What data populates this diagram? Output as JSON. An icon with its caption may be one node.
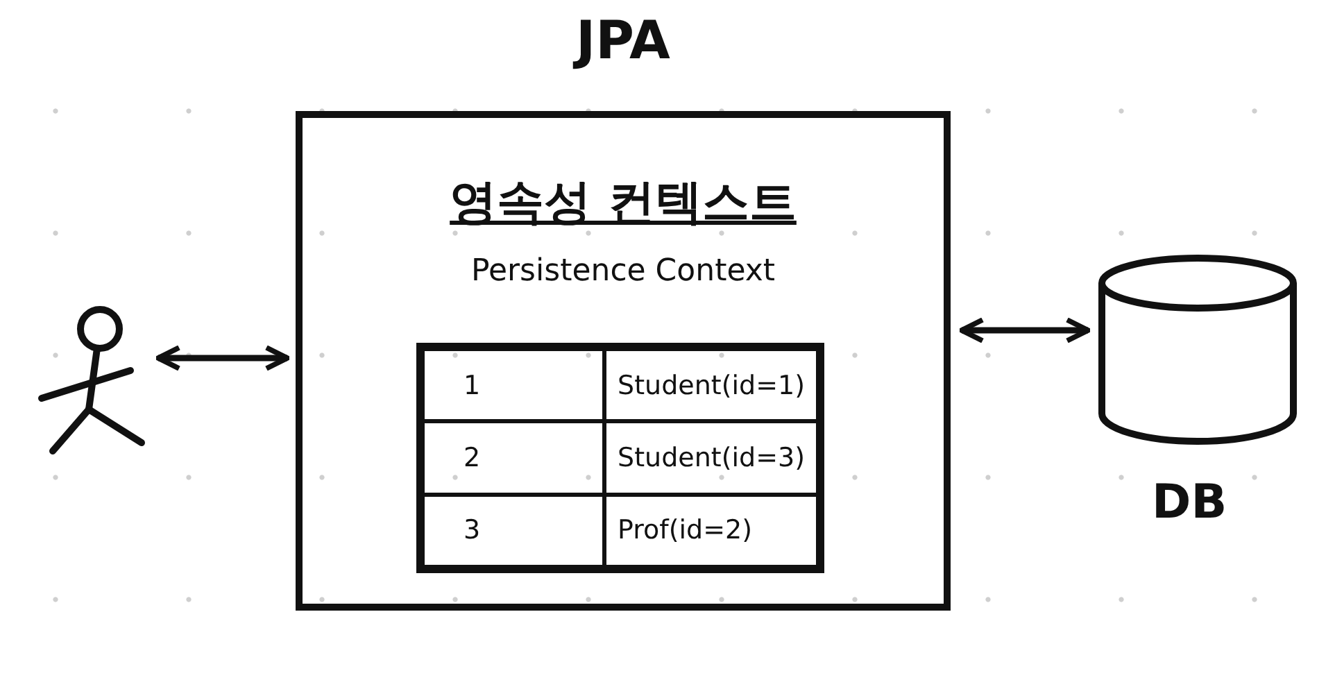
{
  "diagram": {
    "nodes": [
      {
        "text": [],
        "shape": "person"
      },
      {
        "text": [
          "JPA",
          "영속성 컨텍스트",
          "Persistence Context"
        ]
      },
      {
        "text": [
          "1",
          "Student(id=1)",
          "2",
          "Student(id=3)",
          "3",
          "Prof(id=2)"
        ],
        "in": 1
      },
      {
        "text": [],
        "shape": "cylinder",
        "beside": [
          "DB"
        ]
      }
    ],
    "edges": [
      {
        "from": 0,
        "to": 1,
        "arrow": "both"
      },
      {
        "from": 1,
        "to": 3,
        "arrow": "both"
      }
    ]
  }
}
